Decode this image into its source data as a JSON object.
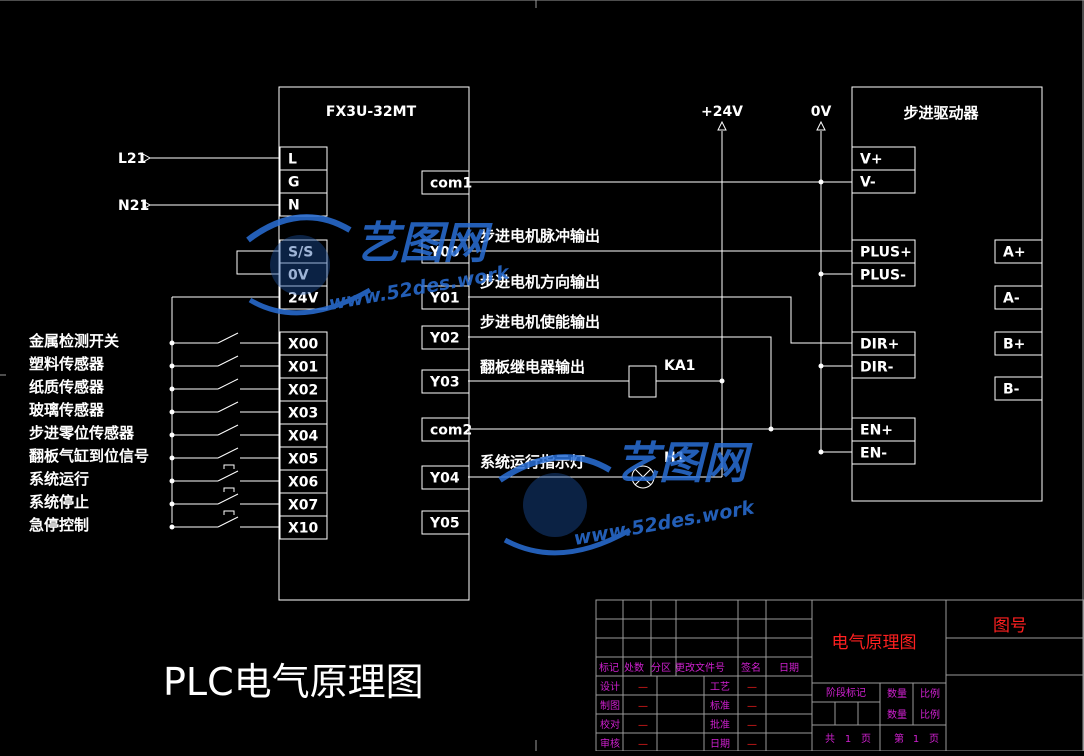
{
  "plc": {
    "model": "FX3U-32MT",
    "power_terms": [
      "L",
      "G",
      "N",
      "S/S",
      "0V",
      "24V"
    ],
    "inputs": [
      "X00",
      "X01",
      "X02",
      "X03",
      "X04",
      "X05",
      "X06",
      "X07",
      "X10"
    ],
    "outputs": [
      "com1",
      "Y00",
      "Y01",
      "Y02",
      "Y03",
      "com2",
      "Y04",
      "Y05"
    ]
  },
  "power": {
    "l": "L21",
    "n": "N21",
    "p24": "+24V",
    "p0": "0V"
  },
  "input_devices": [
    "金属检测开关",
    "塑料传感器",
    "纸质传感器",
    "玻璃传感器",
    "步进零位传感器",
    "翻板气缸到位信号",
    "系统运行",
    "系统停止",
    "急停控制"
  ],
  "output_labels": {
    "y00": "步进电机脉冲输出",
    "y01": "步进电机方向输出",
    "y02": "步进电机使能输出",
    "y03": "翻板继电器输出",
    "y04": "系统运行指示灯"
  },
  "relay": "KA1",
  "lamp": "H1",
  "driver": {
    "title": "步进驱动器",
    "left_terms": [
      "V+",
      "V-",
      "PLUS+",
      "PLUS-",
      "DIR+",
      "DIR-",
      "EN+",
      "EN-"
    ],
    "right_terms": [
      "A+",
      "A-",
      "B+",
      "B-"
    ]
  },
  "watermark": {
    "brand": "艺图网",
    "url": "www.52des.work"
  },
  "big_title": "PLC电气原理图",
  "title_block": {
    "drawing_name": "电气原理图",
    "drawing_no": "图号",
    "header_row": [
      "标记",
      "处数",
      "分区",
      "更改文件号",
      "签名",
      "日期"
    ],
    "left_rows": [
      "设计",
      "制图",
      "校对",
      "审核"
    ],
    "mid_rows": [
      "工艺",
      "标准",
      "批准",
      "日期"
    ],
    "dash": "—",
    "stage": "阶段标记",
    "qty": "数量",
    "scale": "比例",
    "total": "共",
    "page_no": "第",
    "page": "页",
    "one": "1"
  },
  "colors": {
    "line": "#ffffff",
    "red": "#ff2020",
    "magenta": "#d020d0",
    "watermark": "#2a6fd6"
  }
}
